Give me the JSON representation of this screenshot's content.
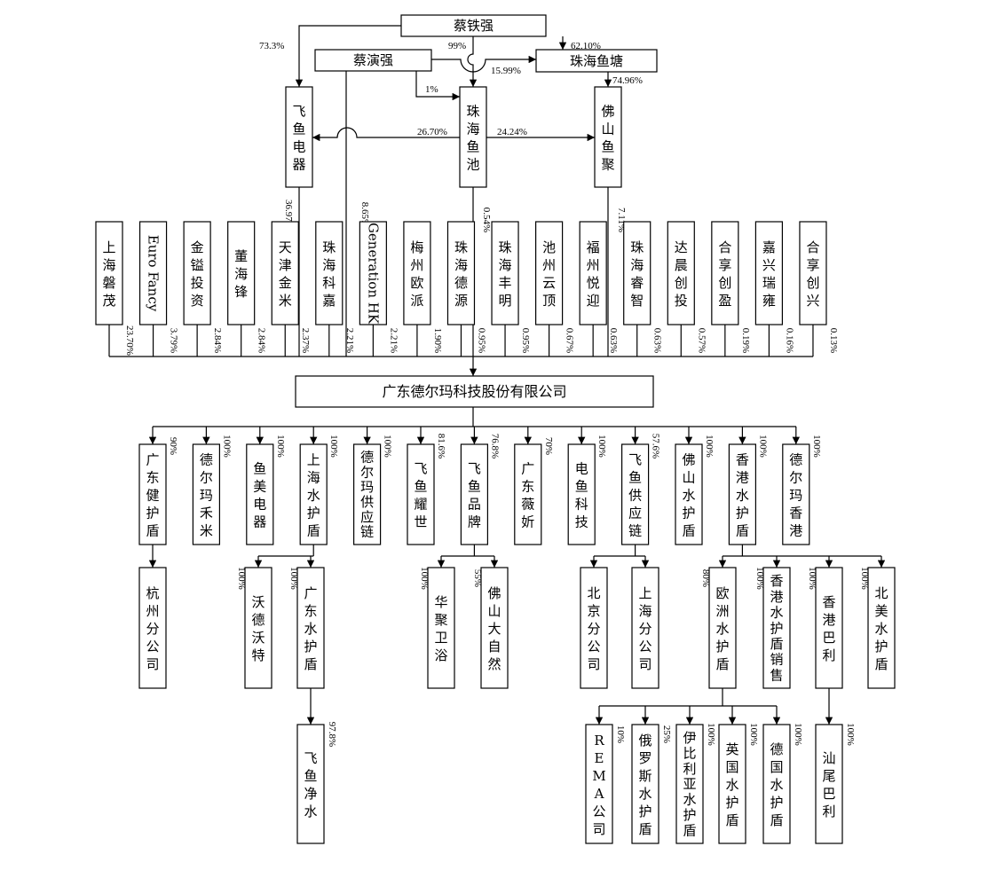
{
  "top": {
    "cai_tieqiang": "蔡铁强",
    "cai_yanqiang": "蔡演强",
    "zhuhai_yutang": "珠海鱼塘",
    "feiyu_dianqi": "飞鱼电器",
    "zhuhai_yuchi": "珠海鱼池",
    "foshan_yuju": "佛山鱼聚"
  },
  "top_pct": {
    "tie_feiyu": "73.3%",
    "tie_yuchi": "99%",
    "tie_yutang": "62.10%",
    "yan_yutang": "15.99%",
    "yan_yuchi": "1%",
    "yutang_yuju": "74.96%",
    "yuchi_feiyu": "26.70%",
    "yuchi_yuju": "24.24%",
    "feiyu_main": "36.97%",
    "yan_main": "8.65%",
    "yuchi_main": "0.54%",
    "yuju_main": "7.11%"
  },
  "shareholders": [
    {
      "name": "上海磐茂",
      "pct": "23.70%"
    },
    {
      "name": "Euro Fancy",
      "pct": "3.79%"
    },
    {
      "name": "金镒投资",
      "pct": "2.84%"
    },
    {
      "name": "董海锋",
      "pct": "2.84%"
    },
    {
      "name": "天津金米",
      "pct": "2.37%"
    },
    {
      "name": "珠海科嘉",
      "pct": "2.21%"
    },
    {
      "name": "Generation HK",
      "pct": "2.21%"
    },
    {
      "name": "梅州欧派",
      "pct": "1.90%"
    },
    {
      "name": "珠海德源",
      "pct": "0.95%"
    },
    {
      "name": "珠海丰明",
      "pct": "0.95%"
    },
    {
      "name": "池州云顶",
      "pct": "0.67%"
    },
    {
      "name": "福州悦迎",
      "pct": "0.63%"
    },
    {
      "name": "珠海睿智",
      "pct": "0.63%"
    },
    {
      "name": "达晨创投",
      "pct": "0.57%"
    },
    {
      "name": "合享创盈",
      "pct": "0.19%"
    },
    {
      "name": "嘉兴瑞雍",
      "pct": "0.16%"
    },
    {
      "name": "合享创兴",
      "pct": "0.13%"
    }
  ],
  "company": "广东德尔玛科技股份有限公司",
  "subsidiaries": [
    {
      "name": "广东健护盾",
      "pct": "90%"
    },
    {
      "name": "德尔玛禾米",
      "pct": "100%"
    },
    {
      "name": "鱼美电器",
      "pct": "100%"
    },
    {
      "name": "上海水护盾",
      "pct": "100%"
    },
    {
      "name": "德尔玛供应链",
      "pct": "100%"
    },
    {
      "name": "飞鱼耀世",
      "pct": "81.6%"
    },
    {
      "name": "飞鱼品牌",
      "pct": "76.8%"
    },
    {
      "name": "广东薇妡",
      "pct": "70%"
    },
    {
      "name": "电鱼科技",
      "pct": "100%"
    },
    {
      "name": "飞鱼供应链",
      "pct": "57.6%"
    },
    {
      "name": "佛山水护盾",
      "pct": "100%"
    },
    {
      "name": "香港水护盾",
      "pct": "100%"
    },
    {
      "name": "德尔玛香港",
      "pct": "100%"
    }
  ],
  "second_level": [
    {
      "name": "杭州分公司",
      "pct": ""
    },
    {
      "name": "沃德沃特",
      "pct": "100%"
    },
    {
      "name": "广东水护盾",
      "pct": "100%"
    },
    {
      "name": "华聚卫浴",
      "pct": "100%"
    },
    {
      "name": "佛山大自然",
      "pct": "55%"
    },
    {
      "name": "北京分公司",
      "pct": ""
    },
    {
      "name": "上海分公司",
      "pct": ""
    },
    {
      "name": "欧洲水护盾",
      "pct": "80%"
    },
    {
      "name": "香港水护盾销售",
      "pct": "100%"
    },
    {
      "name": "香港巴利",
      "pct": "100%"
    },
    {
      "name": "北美水护盾",
      "pct": "100%"
    }
  ],
  "third_level": [
    {
      "name": "飞鱼净水",
      "pct": "97.8%"
    },
    {
      "name": "REMA公司",
      "pct": "10%"
    },
    {
      "name": "俄罗斯水护盾",
      "pct": "25%"
    },
    {
      "name": "伊比利亚水护盾",
      "pct": "100%"
    },
    {
      "name": "英国水护盾",
      "pct": "100%"
    },
    {
      "name": "德国水护盾",
      "pct": "100%"
    },
    {
      "name": "汕尾巴利",
      "pct": "100%"
    }
  ]
}
